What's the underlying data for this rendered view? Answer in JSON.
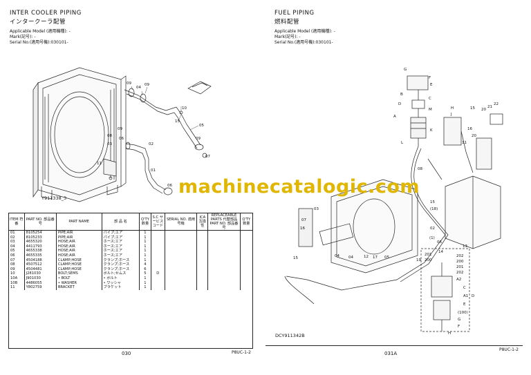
{
  "left": {
    "title_en": "INTER COOLER PIPING",
    "title_jp": "インタークーラ配管",
    "applicable_model": "Applicable Model (適用機種): -",
    "mark": "Mark(記号): -",
    "serial": "Serial No.(適用号機):030101-",
    "figure_code": "Y911338_3",
    "page_number": "030",
    "page_ref": "P8UC-1-2",
    "callouts": [
      "09",
      "04",
      "09",
      "10",
      "15",
      "05",
      "09",
      "07",
      "02",
      "11",
      "08",
      "09",
      "06",
      "03",
      "01",
      "06"
    ]
  },
  "right": {
    "title_en": "FUEL PIPING",
    "title_jp": "燃料配管",
    "applicable_model": "Applicable Model (適用機種): -",
    "mark": "Mark(記号): -",
    "serial": "Serial No.(適用号機):030101-",
    "figure_code": "DCY911342B",
    "page_number": "031A",
    "page_ref": "P8UC-1-2",
    "callouts": [
      "G",
      "F",
      "E",
      "B",
      "D",
      "C",
      "M",
      "A",
      "L",
      "K",
      "H",
      "J",
      "15",
      "22",
      "21",
      "20",
      "16",
      "20",
      "11",
      "08",
      "03",
      "15",
      "(18)",
      "07",
      "16",
      "04",
      "04",
      "12",
      "17",
      "05",
      "02",
      "15",
      "(1)",
      "06",
      "14",
      "19",
      "13",
      "201",
      "200",
      "202",
      "200",
      "201",
      "202",
      "A2",
      "C",
      "A1",
      "E",
      "D",
      "(100)",
      "G",
      "F",
      "H",
      "A"
    ]
  },
  "watermark": "machinecatalogic.com",
  "table": {
    "headers": {
      "item": "ITEM 符番",
      "part_no": "PART NO. 部品番号",
      "part_name": "PART NAME",
      "part_name_jp": "部 品 名",
      "qty": "Q'TY 数量",
      "sc": "S.C サービス コード",
      "serial": "SERIAL NO. 適用号機",
      "ica": "ICA 互換性",
      "replaceable": "REPLACEABLE PARTS 代替部品",
      "rep_part_no": "PART NO. 部品番号",
      "rep_qty": "Q'TY 数量"
    },
    "rows": [
      {
        "item": "01",
        "part_no": "8105254",
        "name": "PIPE;AIR",
        "jp": "パイプ;エア",
        "qty": "1",
        "sc": ""
      },
      {
        "item": "02",
        "part_no": "8105233",
        "name": "PIPE;AIR",
        "jp": "パイプ;エア",
        "qty": "1",
        "sc": ""
      },
      {
        "item": "03",
        "part_no": "4655320",
        "name": "HOSE;AIR",
        "jp": "ホース;エア",
        "qty": "1",
        "sc": ""
      },
      {
        "item": "04",
        "part_no": "4411793",
        "name": "HOSE;AIR",
        "jp": "ホース;エア",
        "qty": "1",
        "sc": ""
      },
      {
        "item": "05",
        "part_no": "4655338",
        "name": "HOSE;AIR",
        "jp": "ホース;エア",
        "qty": "1",
        "sc": ""
      },
      {
        "item": "06",
        "part_no": "4655335",
        "name": "HOSE;AIR",
        "jp": "ホース;エア",
        "qty": "1",
        "sc": ""
      },
      {
        "item": "07",
        "part_no": "4504188",
        "name": "CLAMP;HOSE",
        "jp": "クランプ;ホース",
        "qty": "1",
        "sc": ""
      },
      {
        "item": "08",
        "part_no": "4507512",
        "name": "CLAMP;HOSE",
        "jp": "クランプ;ホース",
        "qty": "4",
        "sc": ""
      },
      {
        "item": "09",
        "part_no": "4504481",
        "name": "CLAMP;HOSE",
        "jp": "クランプ;ホース",
        "qty": "6",
        "sc": ""
      },
      {
        "item": "10",
        "part_no": "J281030",
        "name": "BOLT;SEMS",
        "jp": "ボルト;セムス",
        "qty": "5",
        "sc": "D"
      },
      {
        "item": "10A",
        "part_no": "J901030",
        "name": "• BOLT",
        "jp": "• ボルト",
        "qty": "1",
        "sc": ""
      },
      {
        "item": "10B",
        "part_no": "4486055",
        "name": "• WASHER",
        "jp": "• ワッシャ",
        "qty": "1",
        "sc": ""
      },
      {
        "item": "11",
        "part_no": "Y802759",
        "name": "BRACKET",
        "jp": "ブラケット",
        "qty": "1",
        "sc": ""
      }
    ]
  }
}
